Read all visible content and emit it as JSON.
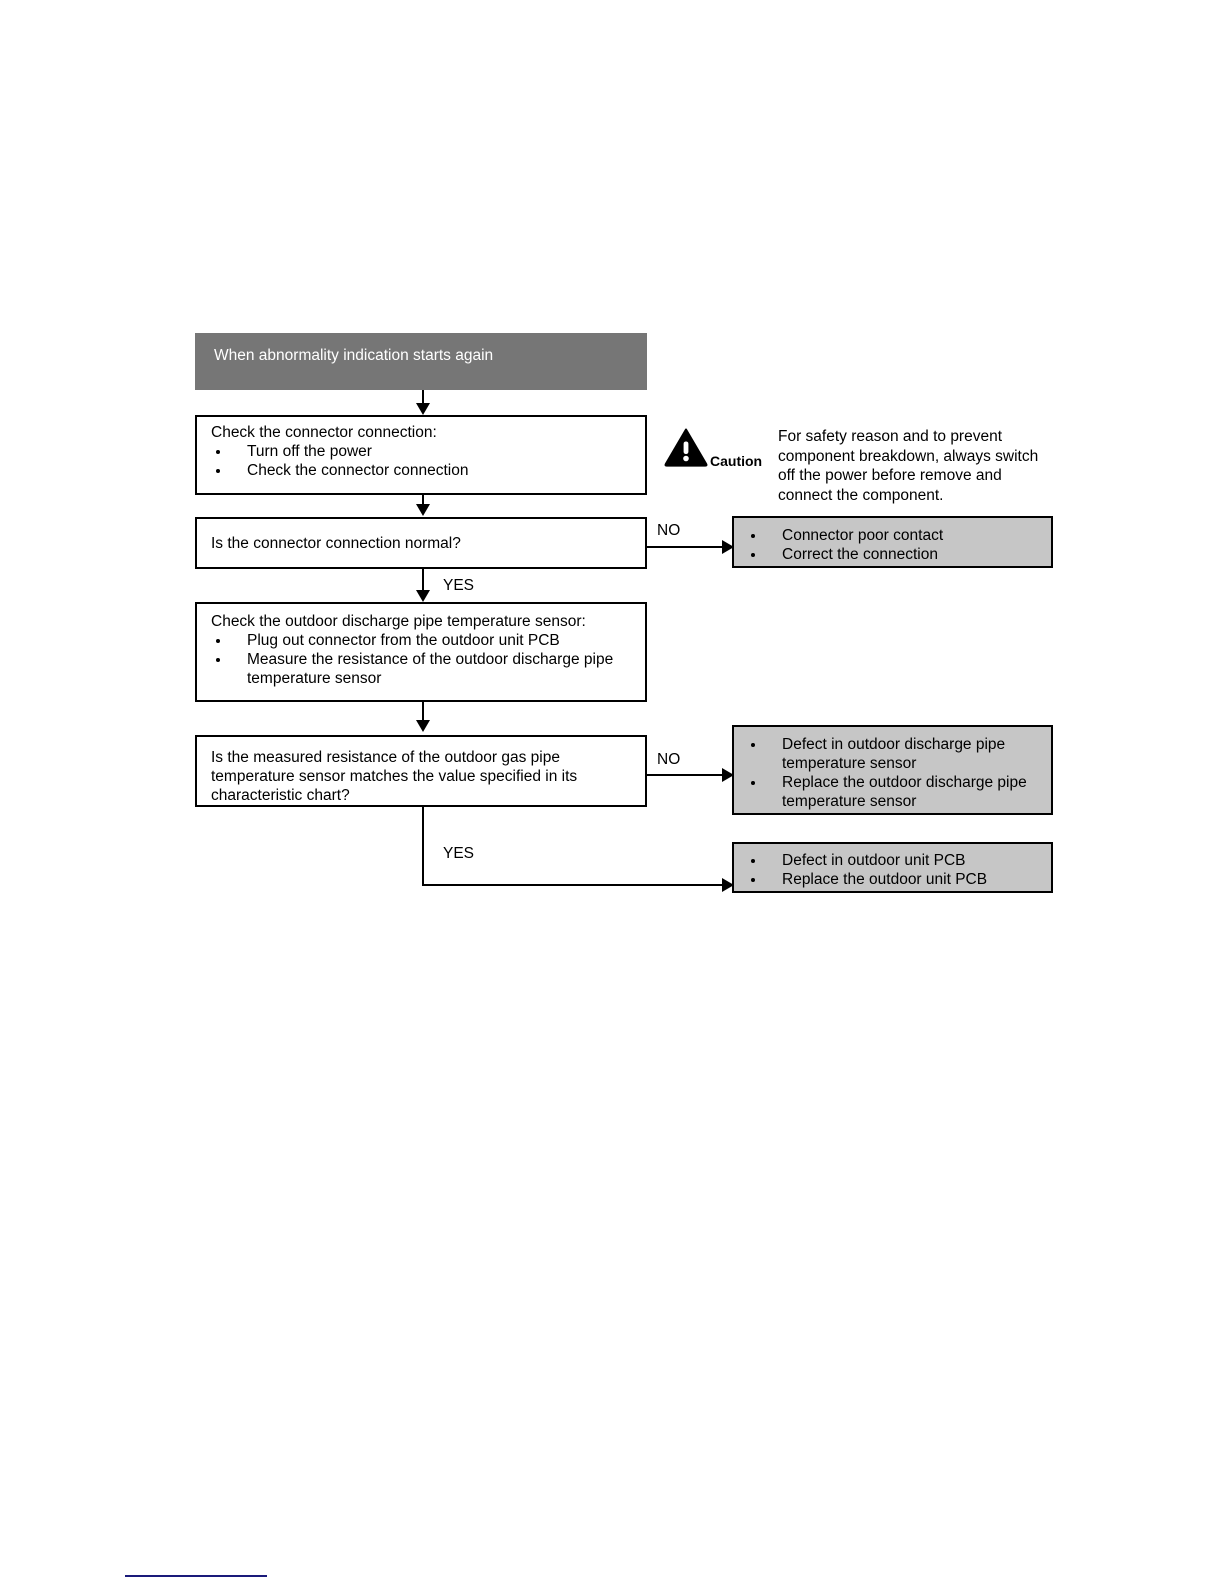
{
  "document": {
    "type": "troubleshooting-flowchart",
    "title_box": {
      "label": "When abnormality indication starts again"
    },
    "steps": [
      {
        "id": "check-connector",
        "kind": "process",
        "title": "Check the connector connection:",
        "bullets": [
          "Turn off the power",
          "Check the connector connection"
        ]
      },
      {
        "id": "connector-normal",
        "kind": "decision",
        "question": "Is the connector connection normal?",
        "no_label": "NO",
        "yes_label": "YES"
      },
      {
        "id": "check-sensor",
        "kind": "process",
        "title": "Check the outdoor discharge pipe temperature sensor:",
        "bullets": [
          "Plug out connector from the outdoor unit PCB",
          "Measure the resistance of the outdoor discharge pipe temperature sensor"
        ]
      },
      {
        "id": "resistance-match",
        "kind": "decision",
        "question": "Is the measured resistance of the outdoor gas pipe temperature sensor matches the value specified in its characteristic chart?",
        "no_label": "NO",
        "yes_label": "YES"
      }
    ],
    "results": [
      {
        "id": "result-connector",
        "bullets": [
          "Connector poor contact",
          "Correct the connection"
        ]
      },
      {
        "id": "result-sensor",
        "bullets": [
          "Defect in outdoor discharge pipe temperature sensor",
          "Replace the outdoor discharge pipe temperature sensor"
        ]
      },
      {
        "id": "result-pcb",
        "bullets": [
          "Defect in outdoor unit PCB",
          "Replace the outdoor unit PCB"
        ]
      }
    ],
    "caution": {
      "icon": "warning-triangle-icon",
      "label": "Caution",
      "text": "For safety reason and to prevent component breakdown, always switch off the power before remove and connect the component."
    },
    "colors": {
      "header_fill": "#767676",
      "result_fill": "#c6c6c6",
      "line": "#000000",
      "footer_rule": "#1a1a7a"
    }
  }
}
